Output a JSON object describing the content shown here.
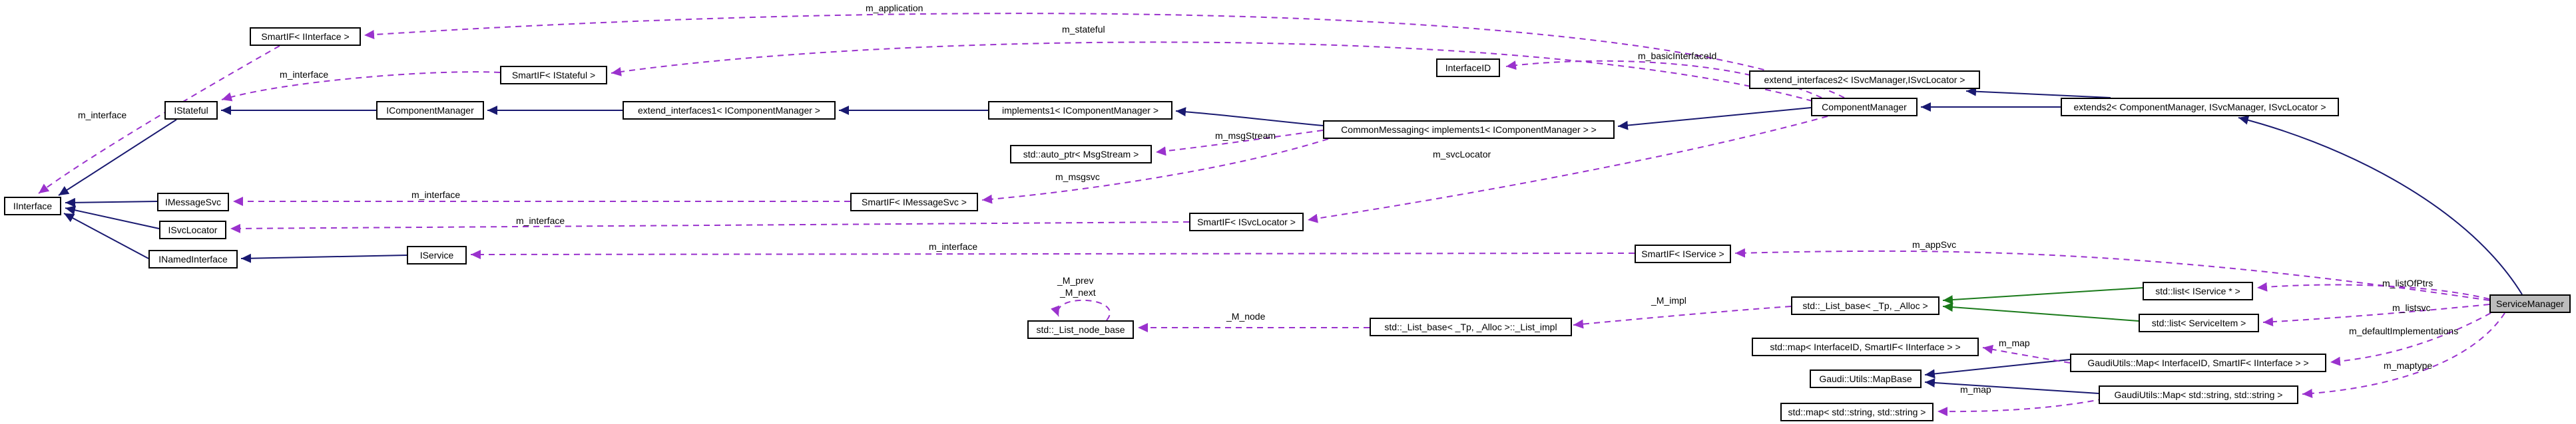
{
  "diagram": {
    "type": "doxygen-collaboration-graph",
    "subject": "ServiceManager",
    "colors": {
      "inheritance_edge": "#191970",
      "usage_edge": "#9a32cd",
      "template_edge": "#1a7a1a",
      "node_border": "#000000",
      "node_fill": "#ffffff",
      "highlight_fill": "#bcbcbc",
      "background": "#ffffff"
    },
    "nodes": {
      "iinterface": {
        "label": "IInterface"
      },
      "smartif_iinterface": {
        "label": "SmartIF< IInterface >"
      },
      "istateful": {
        "label": "IStateful"
      },
      "smartif_istateful": {
        "label": "SmartIF< IStateful >"
      },
      "icomponentmanager": {
        "label": "IComponentManager"
      },
      "extend_interfaces1": {
        "label": "extend_interfaces1< IComponentManager >"
      },
      "implements1": {
        "label": "implements1< IComponentManager >"
      },
      "commonmessaging": {
        "label": "CommonMessaging< implements1< IComponentManager > >"
      },
      "std_auto_ptr_msgstream": {
        "label": "std::auto_ptr< MsgStream >"
      },
      "smartif_imessagesvc": {
        "label": "SmartIF< IMessageSvc >"
      },
      "imessagesvc": {
        "label": "IMessageSvc"
      },
      "isvclocator": {
        "label": "ISvcLocator"
      },
      "smartif_isvclocator": {
        "label": "SmartIF< ISvcLocator >"
      },
      "inamedinterface": {
        "label": "INamedInterface"
      },
      "iservice": {
        "label": "IService"
      },
      "smartif_iservice": {
        "label": "SmartIF< IService >"
      },
      "interfaceid": {
        "label": "InterfaceID"
      },
      "extend_interfaces2": {
        "label": "extend_interfaces2< ISvcManager,ISvcLocator >"
      },
      "componentmanager": {
        "label": "ComponentManager"
      },
      "extends2": {
        "label": "extends2< ComponentManager, ISvcManager, ISvcLocator >"
      },
      "servicemanager": {
        "label": "ServiceManager"
      },
      "std_list_iservice_ptr": {
        "label": "std::list< IService * >"
      },
      "std_list_serviceitem": {
        "label": "std::list< ServiceItem >"
      },
      "std_list_base": {
        "label": "std::_List_base< _Tp, _Alloc >"
      },
      "std_list_impl": {
        "label": "std::_List_base< _Tp, _Alloc >::_List_impl"
      },
      "std_list_node_base": {
        "label": "std::_List_node_base"
      },
      "std_map_interfaceid": {
        "label": "std::map< InterfaceID, SmartIF< IInterface > >"
      },
      "gaudiutils_map_interfaceid": {
        "label": "GaudiUtils::Map< InterfaceID, SmartIF< IInterface > >"
      },
      "gaudi_utils_mapbase": {
        "label": "Gaudi::Utils::MapBase"
      },
      "gaudiutils_map_string": {
        "label": "GaudiUtils::Map< std::string, std::string >"
      },
      "std_map_string": {
        "label": "std::map< std::string, std::string >"
      }
    },
    "edge_labels": {
      "m_interface_iinterface": "m_interface",
      "m_application": "m_application",
      "m_interface_istateful": "m_interface",
      "m_stateful": "m_stateful",
      "m_basicinterfaceid": "m_basicInterfaceId",
      "m_svclocator": "m_svcLocator",
      "m_msgstream": "m_msgStream",
      "m_msgsvc": "m_msgsvc",
      "m_interface_imessagesvc": "m_interface",
      "m_interface_isvclocator": "m_interface",
      "m_interface_iservice": "m_interface",
      "m_appsvc": "m_appSvc",
      "m_listofptrs": "m_listOfPtrs",
      "m_listsvc": "m_listsvc",
      "m_defaultimplementations": "m_defaultImplementations",
      "m_maptype": "m_maptype",
      "m_map_interfaceid": "m_map",
      "m_map_string": "m_map",
      "m_impl": "_M_impl",
      "m_node": "_M_node",
      "m_prev": "_M_prev",
      "m_next": "_M_next"
    }
  }
}
